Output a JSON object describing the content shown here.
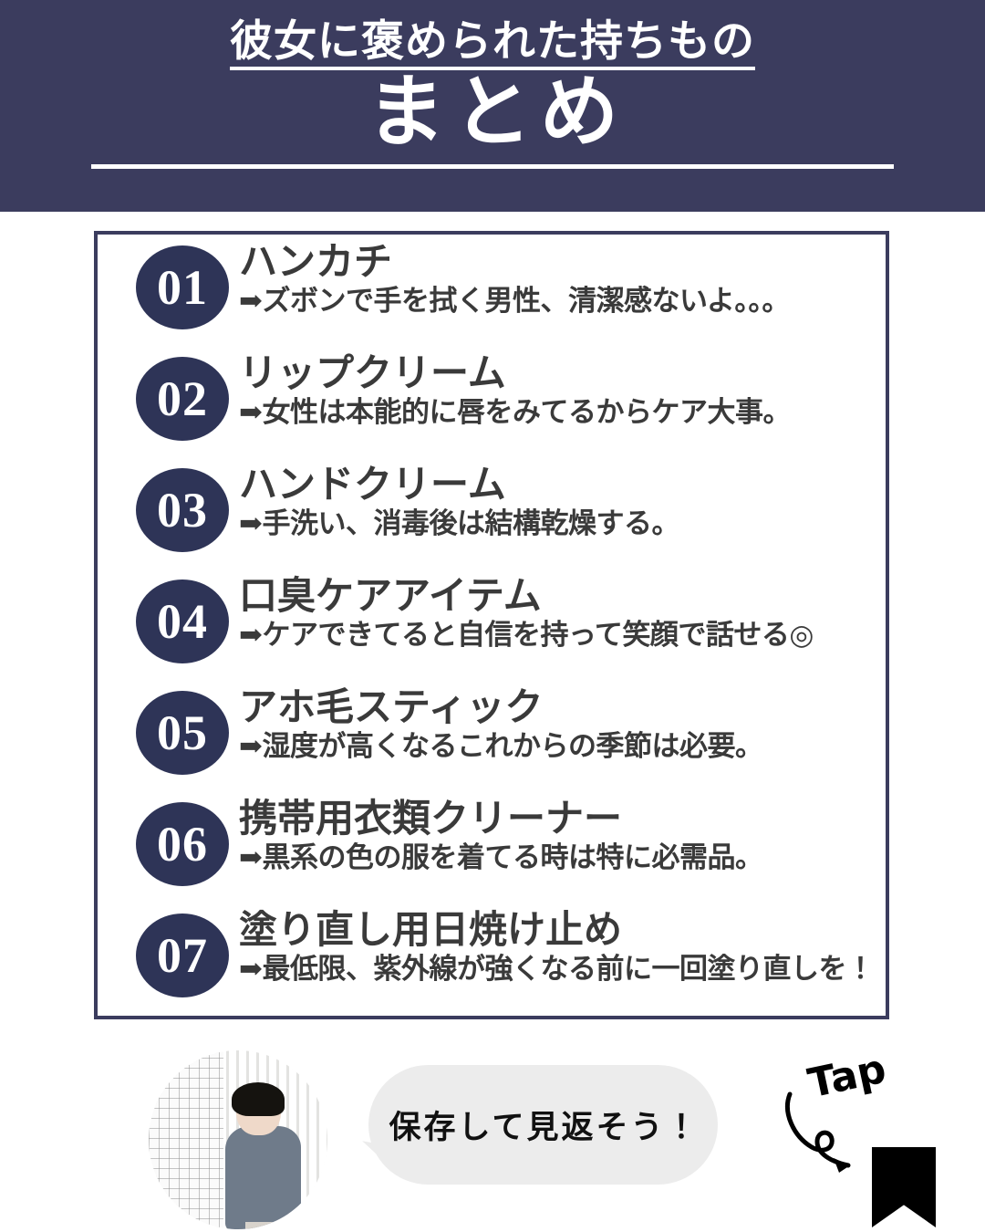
{
  "colors": {
    "header_bg": "#3b3c5e",
    "badge_bg": "#2e3457",
    "box_border": "#3b3c5e",
    "page_bg": "#ffffff",
    "bubble_bg": "#ececec",
    "text_dark": "#3a3a3a"
  },
  "header": {
    "eyebrow": "彼女に褒められた持ちもの",
    "title": "まとめ"
  },
  "list": {
    "items": [
      {
        "number": "01",
        "title": "ハンカチ",
        "desc": "➡ズボンで手を拭く男性、清潔感ないよ。。。"
      },
      {
        "number": "02",
        "title": "リップクリーム",
        "desc": "➡女性は本能的に唇をみてるからケア大事。"
      },
      {
        "number": "03",
        "title": "ハンドクリーム",
        "desc": "➡手洗い、消毒後は結構乾燥する。"
      },
      {
        "number": "04",
        "title": "口臭ケアアイテム",
        "desc": "➡ケアできてると自信を持って笑顔で話せる◎"
      },
      {
        "number": "05",
        "title": "アホ毛スティック",
        "desc": "➡湿度が高くなるこれからの季節は必要。"
      },
      {
        "number": "06",
        "title": "携帯用衣類クリーナー",
        "desc": "➡黒系の色の服を着てる時は特に必需品。"
      },
      {
        "number": "07",
        "title": "塗り直し用日焼け止め",
        "desc": "➡最低限、紫外線が強くなる前に一回塗り直しを！"
      }
    ]
  },
  "footer": {
    "avatar_alt": "profile-photo",
    "bubble_text": "保存して見返そう！",
    "tap_label": "Tap",
    "bookmark_icon": "bookmark-icon",
    "arrow_icon": "curved-arrow-icon"
  }
}
